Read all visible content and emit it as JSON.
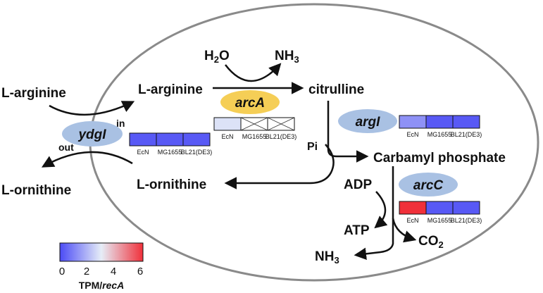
{
  "metabolites": {
    "l_arginine_out": "L-arginine",
    "l_arginine_in": "L-arginine",
    "l_ornithine_out": "L-ornithine",
    "l_ornithine_in": "L-ornithine",
    "citrulline": "citrulline",
    "carbamyl_phosphate": "Carbamyl phosphate",
    "h2o": "H",
    "h2o_sub": "2",
    "h2o_tail": "O",
    "nh3_top": "NH",
    "nh3_top_sub": "3",
    "nh3_bottom": "NH",
    "nh3_bottom_sub": "3",
    "pi": "Pi",
    "adp": "ADP",
    "atp": "ATP",
    "co2": "CO",
    "co2_sub": "2"
  },
  "transport": {
    "in": "in",
    "out": "out"
  },
  "enzymes": {
    "ydgI": "ydgI",
    "arcA": "arcA",
    "argI": "argI",
    "arcC": "arcC"
  },
  "strains": [
    "EcN",
    "MG1655",
    "BL21(DE3)"
  ],
  "expression": {
    "ydgI": [
      0.25,
      0.25,
      0.25
    ],
    "arcA": [
      2.8,
      null,
      null
    ],
    "argI": [
      1.3,
      0.25,
      0.25
    ],
    "arcC": [
      6.0,
      0.25,
      0.25
    ]
  },
  "legend": {
    "ticks": [
      "0",
      "2",
      "4",
      "6"
    ],
    "title_prefix": "TPM/",
    "title_italic": "recA",
    "min": 0,
    "max": 6
  },
  "colors": {
    "low": "#4b4bf5",
    "mid": "#e6edf7",
    "high": "#f0303a",
    "enzyme_ydgI": "#a9c1e3",
    "enzyme_arcA": "#f5ce56",
    "enzyme_argI": "#a9c1e3",
    "enzyme_arcC": "#a9c1e3",
    "cell_border": "#8a8a8a"
  }
}
